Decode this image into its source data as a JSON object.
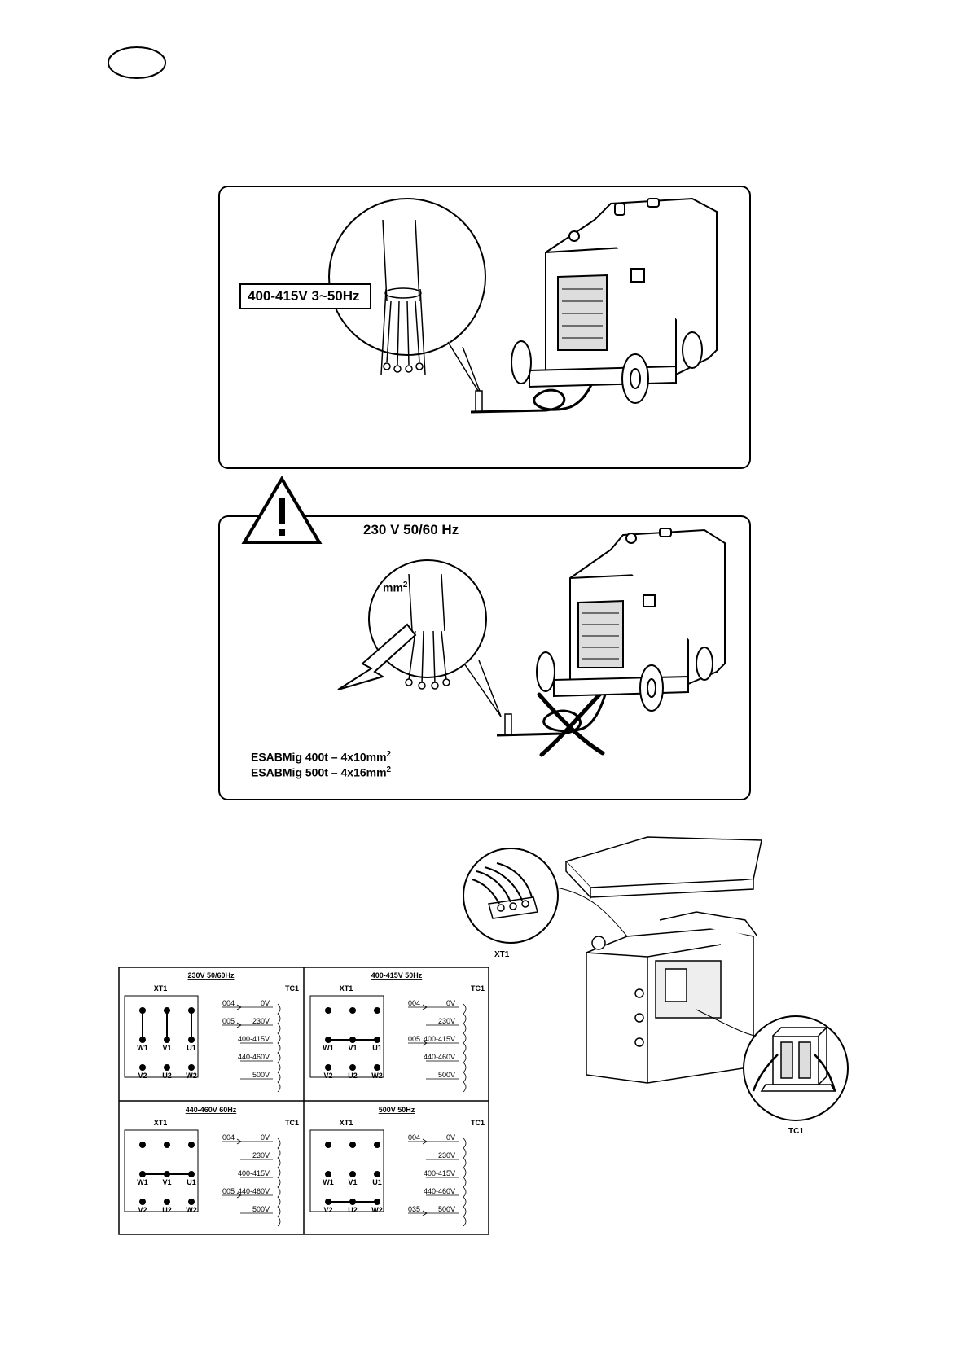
{
  "page_marker": {
    "shape": "oval",
    "text": ""
  },
  "panel_top": {
    "voltage_label": "400-415V 3~50Hz"
  },
  "panel_middle": {
    "warning_icon": "warning-triangle-icon",
    "voltage_label": "230 V 50/60 Hz",
    "cable_unit": "mm",
    "cable_unit_exp": "2",
    "specs": [
      {
        "model": "ESABMig 400t",
        "value": "4x10mm",
        "exp": "2"
      },
      {
        "model": "ESABMig 500t",
        "value": "4x16mm",
        "exp": "2"
      }
    ]
  },
  "assembly": {
    "terminal_label": "XT1",
    "transformer_label": "TC1"
  },
  "wiring": {
    "block_label": "XT1",
    "transformer_label": "TC1",
    "taps": [
      "0V",
      "230V",
      "400-415V",
      "440-460V",
      "500V"
    ],
    "terminals_top": [
      "",
      "",
      ""
    ],
    "terminals_mid": [
      "W1",
      "V1",
      "U1"
    ],
    "terminals_bot": [
      "V2",
      "U2",
      "W2"
    ],
    "quadrants": [
      {
        "title": "230V  50/60Hz",
        "wires": [
          {
            "code": "004",
            "tap": 0
          },
          {
            "code": "005",
            "tap": 1
          }
        ]
      },
      {
        "title": "400-415V  50Hz",
        "wires": [
          {
            "code": "004",
            "tap": 0
          },
          {
            "code": "005",
            "tap": 2
          }
        ]
      },
      {
        "title": "440-460V  60Hz",
        "wires": [
          {
            "code": "004",
            "tap": 0
          },
          {
            "code": "005",
            "tap": 3
          }
        ]
      },
      {
        "title": "500V  50Hz",
        "wires": [
          {
            "code": "004",
            "tap": 0
          },
          {
            "code": "035",
            "tap": 4
          }
        ]
      }
    ]
  }
}
